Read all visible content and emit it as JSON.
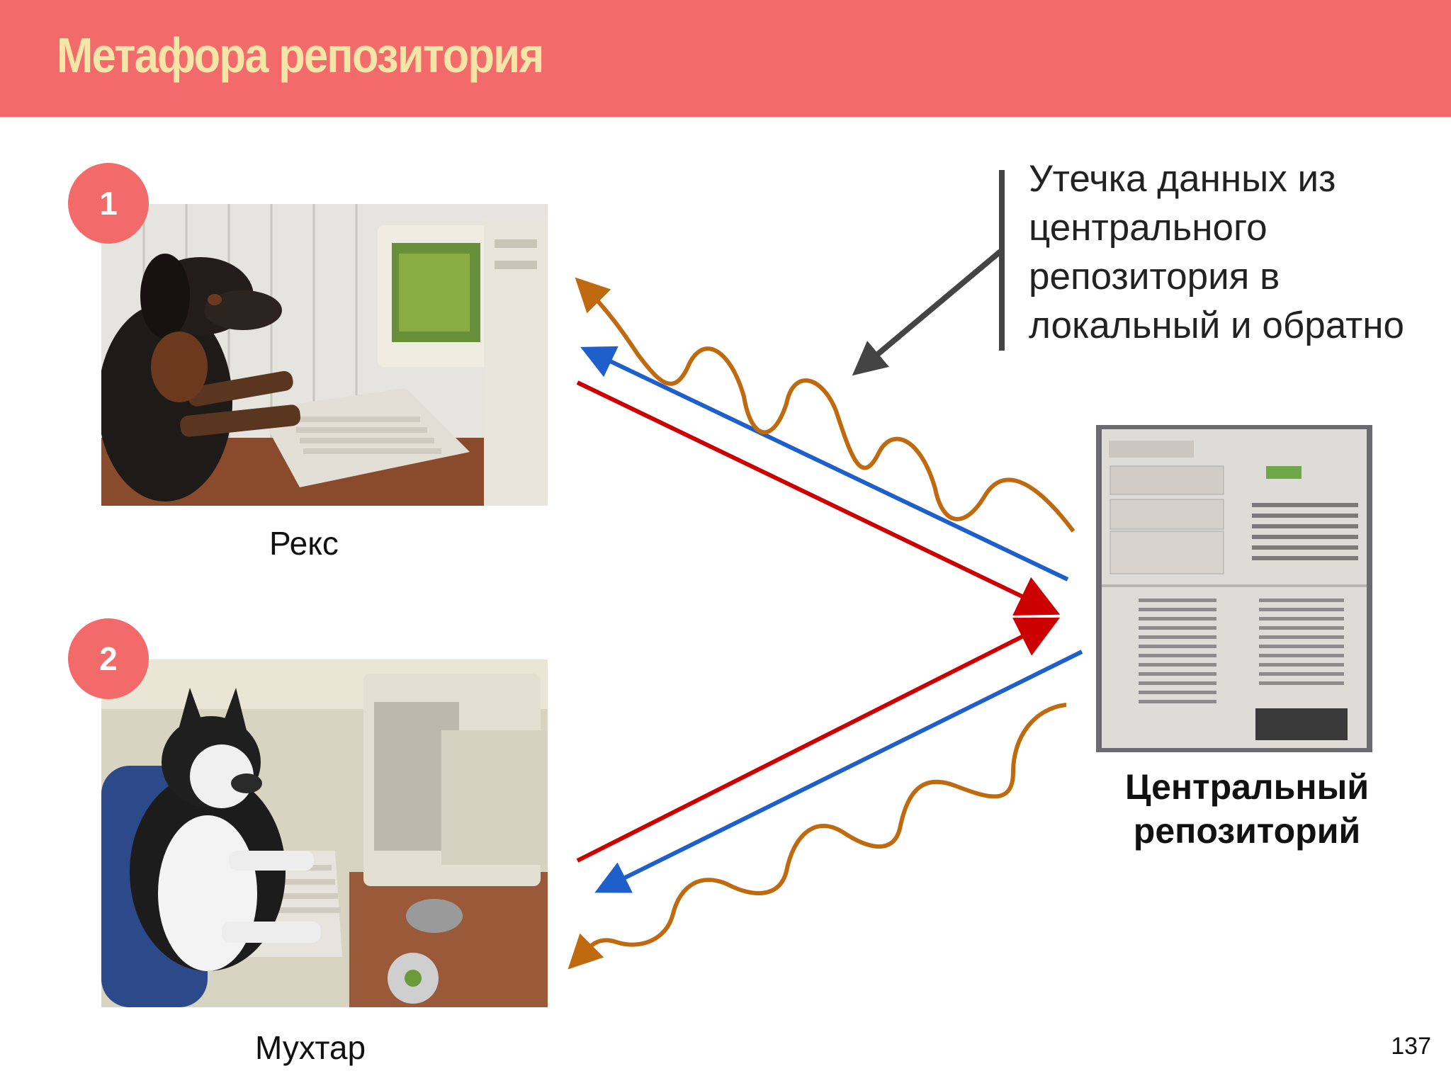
{
  "slide": {
    "title": "Метафора репозитория",
    "page_number": "137"
  },
  "developers": [
    {
      "badge": "1",
      "name": "Рекс"
    },
    {
      "badge": "2",
      "name": "Мухтар"
    }
  ],
  "server": {
    "label_line1": "Центральный",
    "label_line2": "репозиторий"
  },
  "annotation": {
    "lines": [
      "Утечка данных из",
      "центрального",
      "репозитория в",
      "локальный и обратно"
    ]
  },
  "colors": {
    "header": "#f26a6a",
    "title_text": "#f5e6a8",
    "arrow_push": "#cc0000",
    "arrow_pull": "#1f5fcc",
    "arrow_leak": "#c06a10",
    "pointer": "#444444"
  }
}
